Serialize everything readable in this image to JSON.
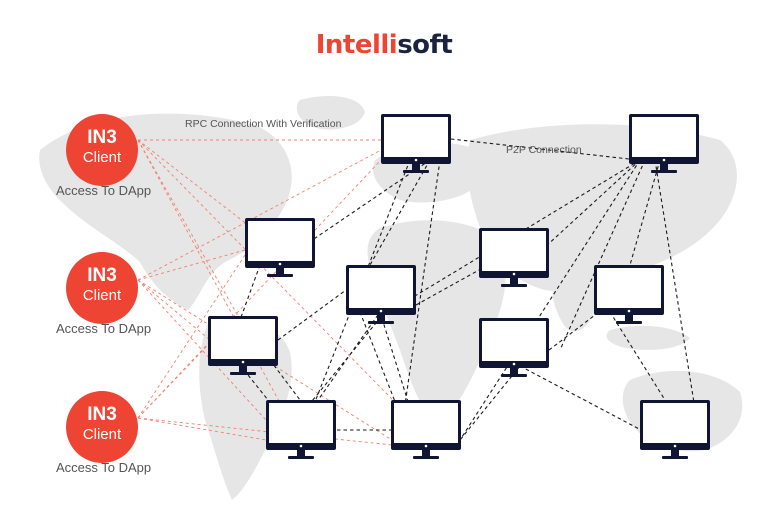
{
  "brand": {
    "part1": "Intelli",
    "part2": "soft"
  },
  "clients": [
    {
      "title": "IN3",
      "subtitle": "Client",
      "access": "Access To DApp"
    },
    {
      "title": "IN3",
      "subtitle": "Client",
      "access": "Access To DApp"
    },
    {
      "title": "IN3",
      "subtitle": "Client",
      "access": "Access To DApp"
    }
  ],
  "labels": {
    "rpc": "RPC Connection With Verification",
    "p2p": "P2P Connection"
  },
  "colors": {
    "accent": "#ee4433",
    "monitor": "#0f1533",
    "map": "#e6e6e6",
    "p2p_line": "#1a1a1a",
    "rpc_line": "#f08070"
  },
  "nodes": [
    {
      "name": "node-a"
    },
    {
      "name": "node-b"
    },
    {
      "name": "node-c"
    },
    {
      "name": "node-d"
    },
    {
      "name": "node-e"
    },
    {
      "name": "node-f"
    },
    {
      "name": "node-g"
    },
    {
      "name": "node-h"
    },
    {
      "name": "node-i"
    },
    {
      "name": "node-j"
    },
    {
      "name": "node-k"
    },
    {
      "name": "node-l"
    }
  ]
}
